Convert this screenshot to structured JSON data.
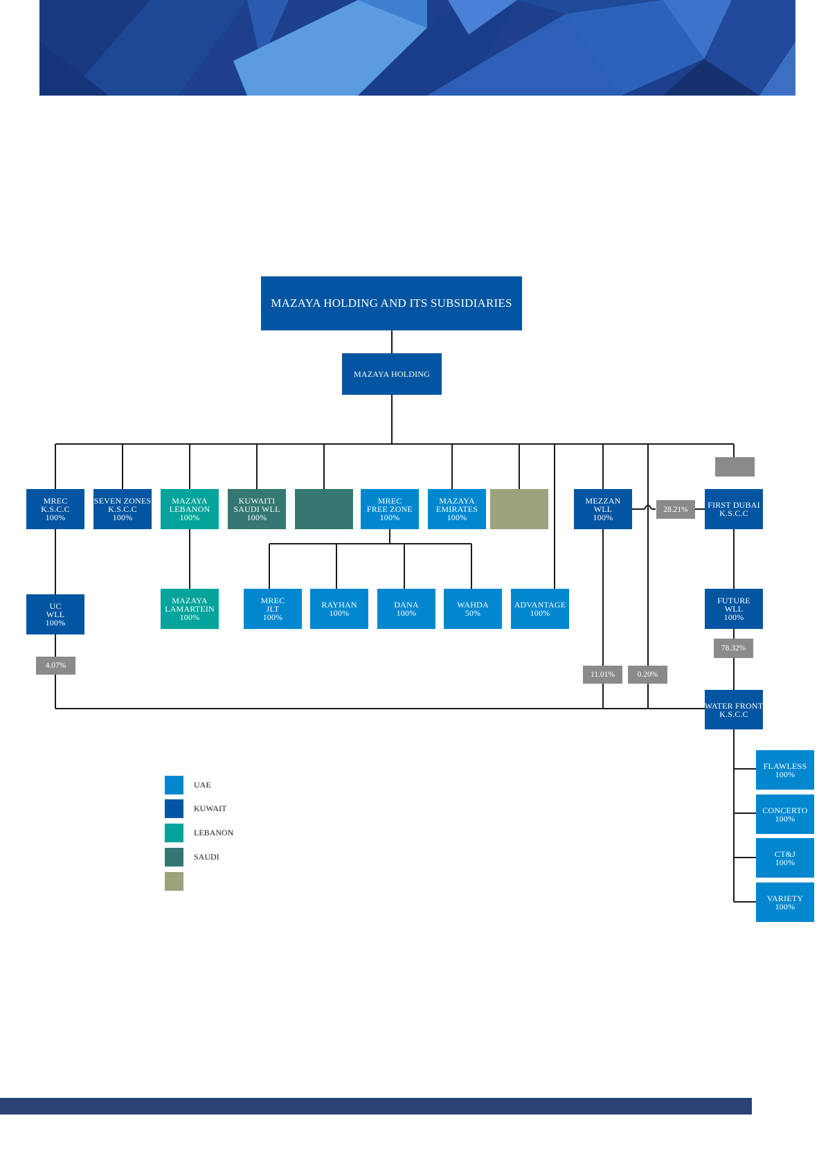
{
  "colors": {
    "kuwait": "#0455a1",
    "uae": "#0287cf",
    "lebanon": "#04a39b",
    "saudi": "#347773",
    "other": "#9aa37a",
    "percent_badge": "#8a8a8c",
    "footer_bar": "#2a4275"
  },
  "chart": {
    "title": "MAZAYA HOLDING AND ITS SUBSIDIARIES",
    "root": "MAZAYA HOLDING",
    "nodes": {
      "mrec_kscc": [
        "MREC",
        "K.S.C.C",
        "100%"
      ],
      "seven_zones": [
        "SEVEN ZONES",
        "K.S.C.C",
        "100%"
      ],
      "mazaya_lebanon": [
        "MAZAYA",
        "LEBANON",
        "100%"
      ],
      "kuwaiti_saudi": [
        "KUWAITI",
        "SAUDI WLL",
        "100%"
      ],
      "mrec_free_zone": [
        "MREC",
        "FREE ZONE",
        "100%"
      ],
      "mazaya_emirates": [
        "MAZAYA",
        "EMIRATES",
        "100%"
      ],
      "mezzan": [
        "MEZZAN",
        "WLL",
        "100%"
      ],
      "first_dubai": [
        "FIRST DUBAI",
        "K.S.C.C"
      ],
      "uc_wll": [
        "UC",
        "WLL",
        "100%"
      ],
      "mazaya_lamartein": [
        "MAZAYA",
        "LAMARTEIN",
        "100%"
      ],
      "mrec_jlt": [
        "MREC",
        "JLT",
        "100%"
      ],
      "rayhan": [
        "RAYHAN",
        "100%"
      ],
      "dana": [
        "DANA",
        "100%"
      ],
      "wahda": [
        "WAHDA",
        "50%"
      ],
      "advantage": [
        "ADVANTAGE",
        "100%"
      ],
      "future": [
        "FUTURE",
        "WLL",
        "100%"
      ],
      "water_front": [
        "WATER FRONT",
        "K.S.C.C"
      ],
      "flawless": [
        "FLAWLESS",
        "100%"
      ],
      "concerto": [
        "CONCERTO",
        "100%"
      ],
      "ctj": [
        "CT&J",
        "100%"
      ],
      "variety": [
        "VARIETY",
        "100%"
      ]
    },
    "percentages": {
      "uc_to_water_front": "4.07%",
      "mezzan_to_first_dubai": "28.21%",
      "future_to_water_front": "78.32%",
      "mezzan_to_water_front": "11.01%",
      "group_to_water_front": "0.20%"
    }
  },
  "legend": [
    {
      "label": "UAE",
      "color": "#0287cf"
    },
    {
      "label": "KUWAIT",
      "color": "#0455a1"
    },
    {
      "label": "LEBANON",
      "color": "#04a39b"
    },
    {
      "label": "SAUDI",
      "color": "#347773"
    },
    {
      "label": "",
      "color": "#9aa37a"
    }
  ]
}
